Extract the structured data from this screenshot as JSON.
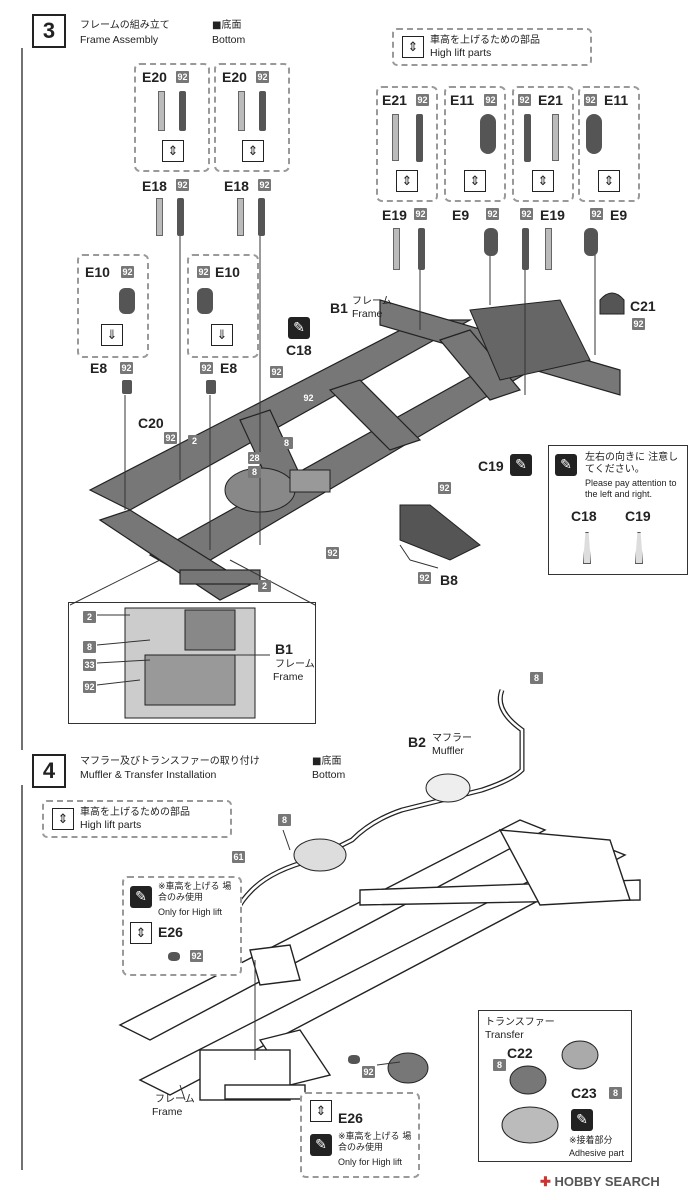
{
  "step3": {
    "number": "3",
    "title_jp": "フレームの組み立て",
    "title_en": "Frame Assembly",
    "view_jp": "■底面",
    "view_en": "Bottom",
    "highlift_jp": "車高を上げるための部品",
    "highlift_en": "High lift parts",
    "parts": {
      "e20": "E20",
      "e18": "E18",
      "e21": "E21",
      "e11": "E11",
      "e19": "E19",
      "e9": "E9",
      "e10": "E10",
      "e8": "E8",
      "c20": "C20",
      "c18": "C18",
      "c19": "C19",
      "c21": "C21",
      "b1": "B1",
      "b8": "B8"
    },
    "badges": {
      "b92": "92",
      "b2": "2",
      "b8": "8",
      "b28": "28",
      "b33": "33"
    },
    "frame_jp": "フレーム",
    "frame_en": "Frame",
    "note_jp": "左右の向きに 注意してください。",
    "note_en": "Please pay attention to the left and right."
  },
  "step4": {
    "number": "4",
    "title_jp": "マフラー及びトランスファーの取り付け",
    "title_en": "Muffler & Transfer Installation",
    "view_jp": "■底面",
    "view_en": "Bottom",
    "highlift_jp": "車高を上げるための部品",
    "highlift_en": "High lift parts",
    "parts": {
      "b2": "B2",
      "e26": "E26",
      "c22": "C22",
      "c23": "C23"
    },
    "badges": {
      "b8": "8",
      "b61": "61",
      "b92": "92"
    },
    "muffler_jp": "マフラー",
    "muffler_en": "Muffler",
    "only_jp": "※車高を上げる 場合のみ使用",
    "only_en": "Only for High lift",
    "transfer_jp": "トランスファー",
    "transfer_en": "Transfer",
    "adhesive_jp": "※接着部分",
    "adhesive_en": "Adhesive part",
    "frame_jp": "フレーム",
    "frame_en": "Frame"
  },
  "footer": {
    "logo": "HOBBY SEARCH"
  },
  "colors": {
    "ink": "#222222",
    "dash": "#999999",
    "badge": "#777777"
  }
}
